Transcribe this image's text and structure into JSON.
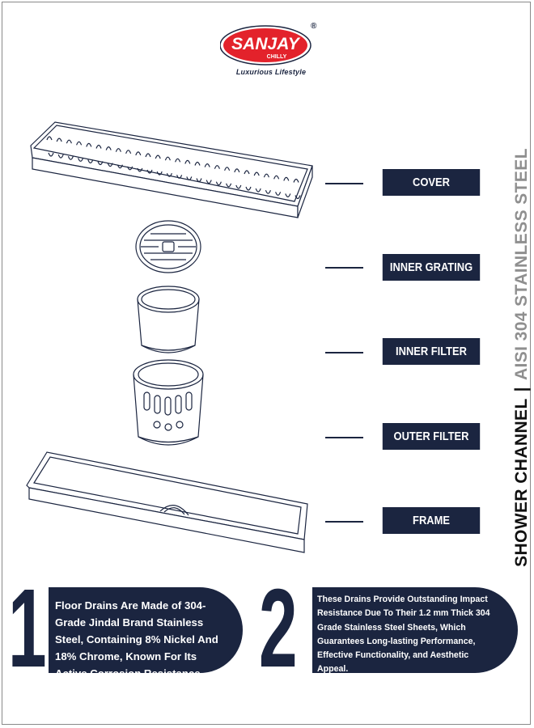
{
  "brand": {
    "name": "SANJAY",
    "sub": "CHILLY",
    "registered": "®",
    "tagline": "Luxurious Lifestyle",
    "logo_red": "#e3222b"
  },
  "components": [
    {
      "label": "COVER"
    },
    {
      "label": "INNER GRATING"
    },
    {
      "label": "INNER FILTER"
    },
    {
      "label": "OUTER FILTER"
    },
    {
      "label": "FRAME"
    }
  ],
  "side_title": {
    "product": "SHOWER CHANNEL",
    "separator": "|",
    "material": "AISI 304 STAINLESS STEEL"
  },
  "features": [
    {
      "number": "1",
      "text": "Floor Drains Are Made of 304-Grade Jindal Brand Stainless Steel, Containing 8% Nickel And 18% Chrome, Known For Its Active Corrosion Resistance."
    },
    {
      "number": "2",
      "text": "These Drains Provide Outstanding Impact Resistance Due To Their 1.2 mm Thick 304 Grade Stainless Steel Sheets, Which Guarantees Long-lasting Performance, Effective Functionality, and Aesthetic Appeal."
    }
  ],
  "colors": {
    "navy": "#1b2540",
    "grey": "#8f8f8f"
  }
}
